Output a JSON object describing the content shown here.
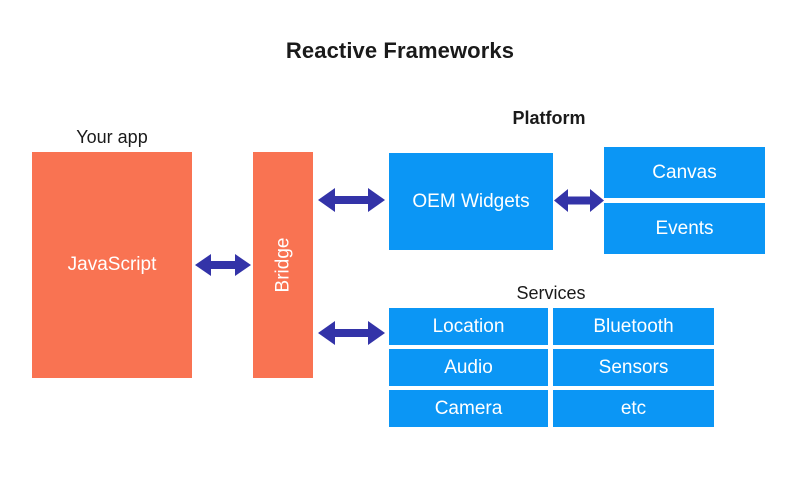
{
  "diagram": {
    "title": "Reactive Frameworks",
    "colors": {
      "background": "#ffffff",
      "app_block": "#f97352",
      "platform_block": "#0b96f5",
      "arrow": "#3333a8",
      "text_dark": "#1a1a1a",
      "text_light": "#ffffff"
    },
    "app_group": {
      "caption": "Your app",
      "block_label": "JavaScript"
    },
    "bridge": {
      "label": "Bridge"
    },
    "platform_group": {
      "caption": "Platform",
      "widgets_label": "OEM Widgets",
      "stack": [
        {
          "label": "Canvas"
        },
        {
          "label": "Events"
        }
      ]
    },
    "services_group": {
      "caption": "Services",
      "rows": [
        {
          "left": "Location",
          "right": "Bluetooth"
        },
        {
          "left": "Audio",
          "right": "Sensors"
        },
        {
          "left": "Camera",
          "right": "etc"
        }
      ]
    },
    "connectors": [
      {
        "name": "javascript-to-bridge",
        "kind": "double-headed-arrow"
      },
      {
        "name": "bridge-to-oem-widgets",
        "kind": "double-headed-arrow"
      },
      {
        "name": "oem-widgets-to-canvas-events",
        "kind": "double-headed-arrow"
      },
      {
        "name": "bridge-to-services",
        "kind": "double-headed-arrow"
      }
    ]
  }
}
